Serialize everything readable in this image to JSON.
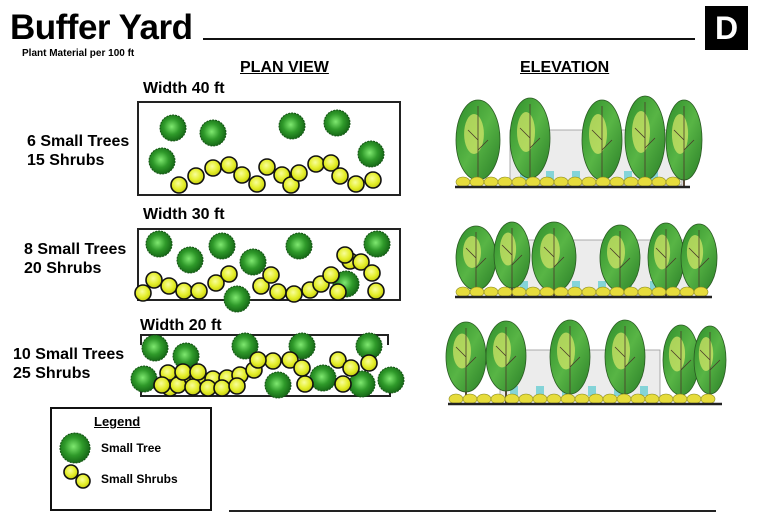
{
  "header": {
    "title": "Buffer Yard",
    "subtitle": "Plant Material per 100 ft",
    "badge": "D"
  },
  "sections": {
    "plan_view": "PLAN VIEW",
    "elevation": "ELEVATION"
  },
  "options": [
    {
      "width_label": "Width 40 ft",
      "trees_label": "6 Small Trees",
      "shrubs_label": "15 Shrubs",
      "trees": 6,
      "shrubs": 15
    },
    {
      "width_label": "Width 30 ft",
      "trees_label": "8 Small Trees",
      "shrubs_label": "20 Shrubs",
      "trees": 8,
      "shrubs": 20
    },
    {
      "width_label": "Width 20 ft",
      "trees_label": "10 Small Trees",
      "shrubs_label": "25 Shrubs",
      "trees": 10,
      "shrubs": 25
    }
  ],
  "legend": {
    "title": "Legend",
    "items": [
      {
        "symbol": "tree-circle-icon",
        "label": "Small Tree"
      },
      {
        "symbol": "shrub-pair-icon",
        "label": "Small Shrubs"
      }
    ]
  },
  "colors": {
    "tree_light": "#6fe06a",
    "tree_dark": "#1e7f1e",
    "tree_edge": "#145a14",
    "shrub_light": "#f4fb6a",
    "shrub_dark": "#d2dc14",
    "elev_foliage": "#3fa33a",
    "elev_highlight": "#d9e86a",
    "elev_shrub": "#e8e040",
    "building": "#e8e8e8",
    "window": "#7fd3d8"
  }
}
